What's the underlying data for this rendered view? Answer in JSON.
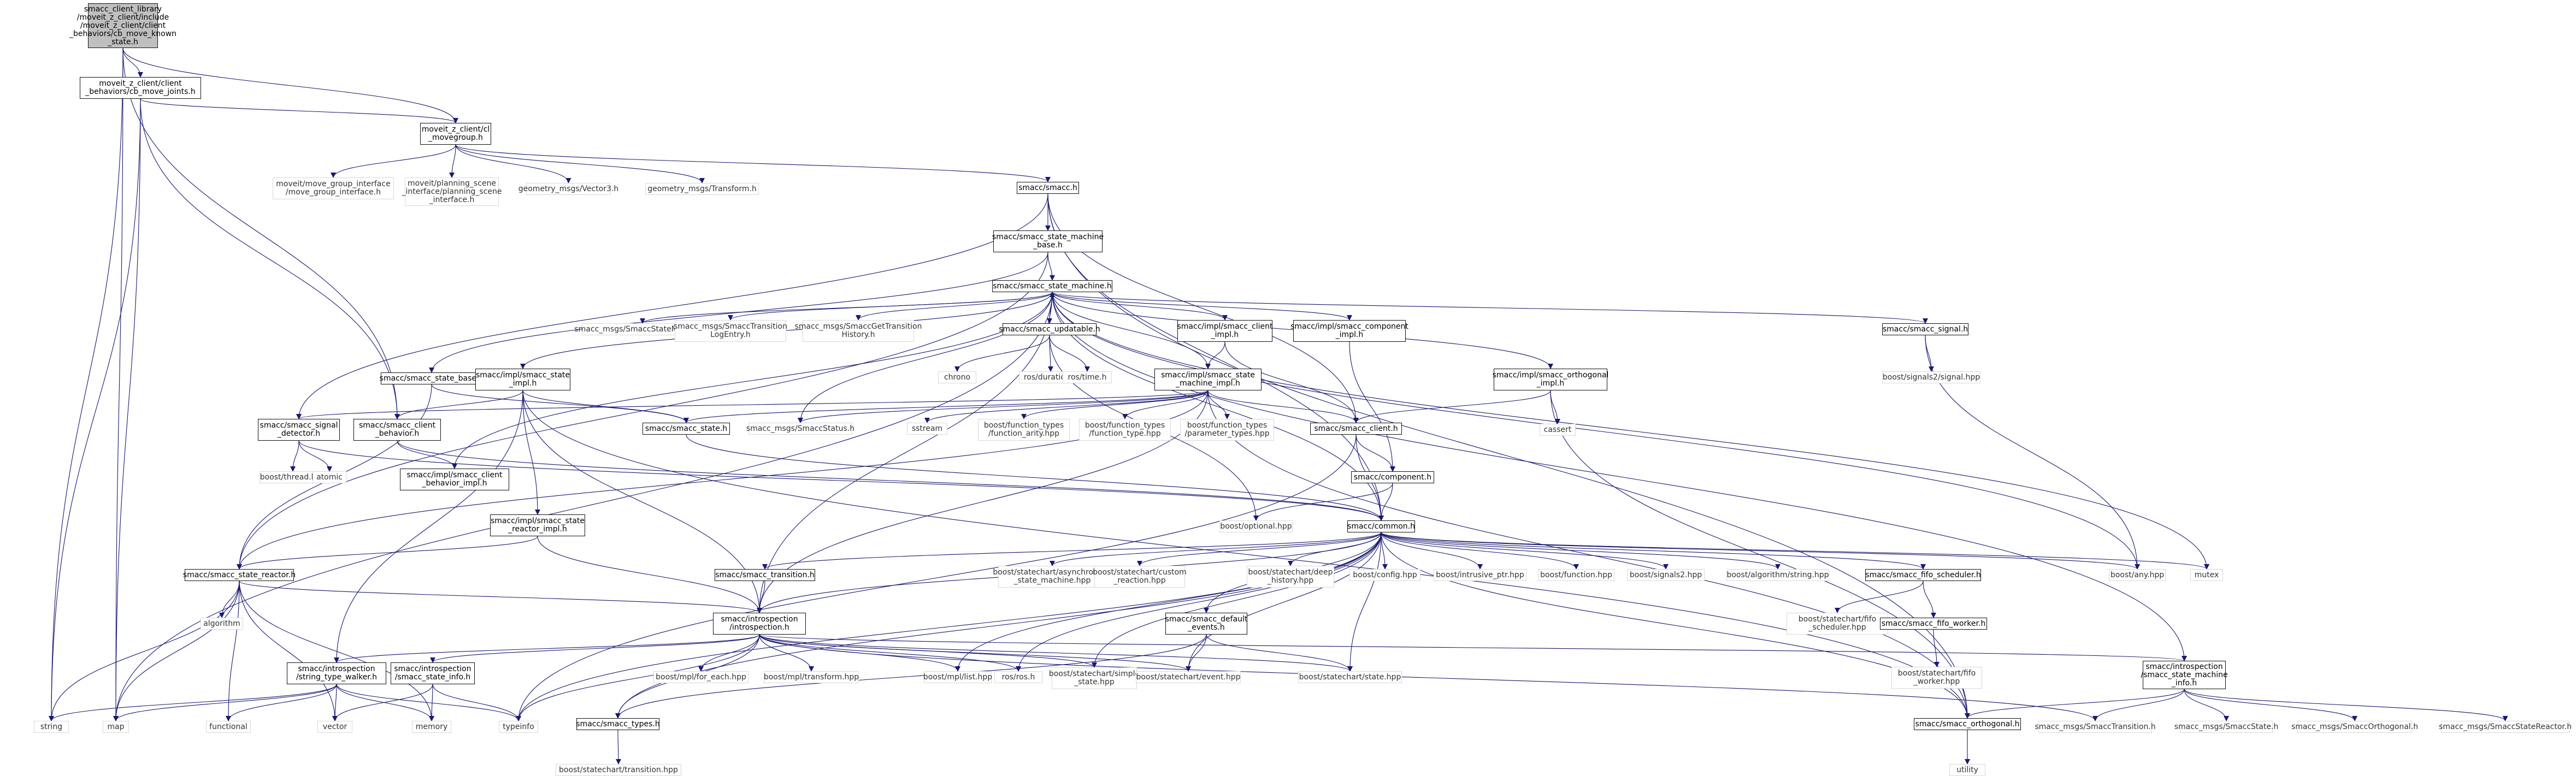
{
  "colors": {
    "background": "#ffffff",
    "root_fill": "#bfbfbf",
    "node_border": "#111111",
    "external_border": "#d8d8d8",
    "edge": "#191970",
    "text": "#000000"
  },
  "nodes": [
    {
      "id": "root",
      "label": "smacc_client_library\n/moveit_z_client/include\n/moveit_z_client/client\n_behaviors/cb_move_known\n_state.h",
      "kind": "root"
    },
    {
      "id": "cb_move_joints",
      "label": "moveit_z_client/client\n_behaviors/cb_move_joints.h",
      "kind": "boxed"
    },
    {
      "id": "movegroup",
      "label": "moveit_z_client/cl\n_movegroup.h",
      "kind": "boxed"
    },
    {
      "id": "mgi",
      "label": "moveit/move_group_interface\n/move_group_interface.h",
      "kind": "ghost"
    },
    {
      "id": "psi",
      "label": "moveit/planning_scene\n_interface/planning_scene\n_interface.h",
      "kind": "ghost"
    },
    {
      "id": "vector3",
      "label": "geometry_msgs/Vector3.h",
      "kind": "ghost"
    },
    {
      "id": "transform",
      "label": "geometry_msgs/Transform.h",
      "kind": "ghost"
    },
    {
      "id": "smacc_h",
      "label": "smacc/smacc.h",
      "kind": "boxed"
    },
    {
      "id": "sm_base",
      "label": "smacc/smacc_state_machine\n_base.h",
      "kind": "boxed"
    },
    {
      "id": "sm",
      "label": "smacc/smacc_state_machine.h",
      "kind": "boxed"
    },
    {
      "id": "msg_sm",
      "label": "smacc_msgs/SmaccStateMachine.h",
      "kind": "ghost"
    },
    {
      "id": "msg_tle",
      "label": "smacc_msgs/SmaccTransition\nLogEntry.h",
      "kind": "ghost"
    },
    {
      "id": "msg_gth",
      "label": "smacc_msgs/SmaccGetTransition\nHistory.h",
      "kind": "ghost"
    },
    {
      "id": "updatable",
      "label": "smacc/smacc_updatable.h",
      "kind": "boxed"
    },
    {
      "id": "client_impl",
      "label": "smacc/impl/smacc_client\n_impl.h",
      "kind": "boxed"
    },
    {
      "id": "component_impl",
      "label": "smacc/impl/smacc_component\n_impl.h",
      "kind": "boxed"
    },
    {
      "id": "signal",
      "label": "smacc/smacc_signal.h",
      "kind": "boxed"
    },
    {
      "id": "signals2",
      "label": "boost/signals2/signal.hpp",
      "kind": "ghost"
    },
    {
      "id": "state_base",
      "label": "smacc/smacc_state_base.h",
      "kind": "boxed"
    },
    {
      "id": "state_impl",
      "label": "smacc/impl/smacc_state\n_impl.h",
      "kind": "boxed"
    },
    {
      "id": "chrono",
      "label": "chrono",
      "kind": "ghost"
    },
    {
      "id": "rosduration",
      "label": "ros/duration.h",
      "kind": "ghost"
    },
    {
      "id": "rostime",
      "label": "ros/time.h",
      "kind": "ghost"
    },
    {
      "id": "sm_impl",
      "label": "smacc/impl/smacc_state\n_machine_impl.h",
      "kind": "boxed"
    },
    {
      "id": "orth_impl",
      "label": "smacc/impl/smacc_orthogonal\n_impl.h",
      "kind": "boxed"
    },
    {
      "id": "cassert",
      "label": "cassert",
      "kind": "ghost"
    },
    {
      "id": "sig_detector",
      "label": "smacc/smacc_signal\n_detector.h",
      "kind": "boxed"
    },
    {
      "id": "client_behavior",
      "label": "smacc/smacc_client\n_behavior.h",
      "kind": "boxed"
    },
    {
      "id": "state_h",
      "label": "smacc/smacc_state.h",
      "kind": "boxed"
    },
    {
      "id": "msg_status",
      "label": "smacc_msgs/SmaccStatus.h",
      "kind": "ghost"
    },
    {
      "id": "sstream",
      "label": "sstream",
      "kind": "ghost"
    },
    {
      "id": "fn_arity",
      "label": "boost/function_types\n/function_arity.hpp",
      "kind": "ghost"
    },
    {
      "id": "fn_type",
      "label": "boost/function_types\n/function_type.hpp",
      "kind": "ghost"
    },
    {
      "id": "fn_params",
      "label": "boost/function_types\n/parameter_types.hpp",
      "kind": "ghost"
    },
    {
      "id": "client_h",
      "label": "smacc/smacc_client.h",
      "kind": "boxed"
    },
    {
      "id": "thread",
      "label": "boost/thread.hpp",
      "kind": "ghost"
    },
    {
      "id": "atomic",
      "label": "atomic",
      "kind": "ghost"
    },
    {
      "id": "cb_impl",
      "label": "smacc/impl/smacc_client\n_behavior_impl.h",
      "kind": "boxed"
    },
    {
      "id": "component",
      "label": "smacc/component.h",
      "kind": "boxed"
    },
    {
      "id": "optional",
      "label": "boost/optional.hpp",
      "kind": "ghost"
    },
    {
      "id": "common",
      "label": "smacc/common.h",
      "kind": "boxed"
    },
    {
      "id": "reactor_impl",
      "label": "smacc/impl/smacc_state\n_reactor_impl.h",
      "kind": "boxed"
    },
    {
      "id": "reactor",
      "label": "smacc/smacc_state_reactor.h",
      "kind": "boxed"
    },
    {
      "id": "transition",
      "label": "smacc/smacc_transition.h",
      "kind": "boxed"
    },
    {
      "id": "async_sm",
      "label": "boost/statechart/asynchronous\n_state_machine.hpp",
      "kind": "ghost"
    },
    {
      "id": "custom_reaction",
      "label": "boost/statechart/custom\n_reaction.hpp",
      "kind": "ghost"
    },
    {
      "id": "deep_history",
      "label": "boost/statechart/deep\n_history.hpp",
      "kind": "ghost"
    },
    {
      "id": "config",
      "label": "boost/config.hpp",
      "kind": "ghost"
    },
    {
      "id": "intrusive",
      "label": "boost/intrusive_ptr.hpp",
      "kind": "ghost"
    },
    {
      "id": "function",
      "label": "boost/function.hpp",
      "kind": "ghost"
    },
    {
      "id": "signals2hpp",
      "label": "boost/signals2.hpp",
      "kind": "ghost"
    },
    {
      "id": "algostring",
      "label": "boost/algorithm/string.hpp",
      "kind": "ghost"
    },
    {
      "id": "fifo_sched",
      "label": "smacc/smacc_fifo_scheduler.h",
      "kind": "boxed"
    },
    {
      "id": "any",
      "label": "boost/any.hpp",
      "kind": "ghost"
    },
    {
      "id": "mutex",
      "label": "mutex",
      "kind": "ghost"
    },
    {
      "id": "algorithm",
      "label": "algorithm",
      "kind": "ghost"
    },
    {
      "id": "introspection",
      "label": "smacc/introspection\n/introspection.h",
      "kind": "boxed"
    },
    {
      "id": "default_events",
      "label": "smacc/smacc_default\n_events.h",
      "kind": "boxed"
    },
    {
      "id": "sc_fifo_sched",
      "label": "boost/statechart/fifo\n_scheduler.hpp",
      "kind": "ghost"
    },
    {
      "id": "fifo_worker",
      "label": "smacc/smacc_fifo_worker.h",
      "kind": "boxed"
    },
    {
      "id": "sc_fifo_worker",
      "label": "boost/statechart/fifo\n_worker.hpp",
      "kind": "ghost"
    },
    {
      "id": "type_walker",
      "label": "smacc/introspection\n/string_type_walker.h",
      "kind": "boxed"
    },
    {
      "id": "state_info",
      "label": "smacc/introspection\n/smacc_state_info.h",
      "kind": "boxed"
    },
    {
      "id": "mpl_foreach",
      "label": "boost/mpl/for_each.hpp",
      "kind": "ghost"
    },
    {
      "id": "mpl_transform",
      "label": "boost/mpl/transform.hpp",
      "kind": "ghost"
    },
    {
      "id": "mpl_list",
      "label": "boost/mpl/list.hpp",
      "kind": "ghost"
    },
    {
      "id": "rosros",
      "label": "ros/ros.h",
      "kind": "ghost"
    },
    {
      "id": "simple_state",
      "label": "boost/statechart/simple\n_state.hpp",
      "kind": "ghost"
    },
    {
      "id": "event",
      "label": "boost/statechart/event.hpp",
      "kind": "ghost"
    },
    {
      "id": "state_hpp",
      "label": "boost/statechart/state.hpp",
      "kind": "ghost"
    },
    {
      "id": "sm_info",
      "label": "smacc/introspection\n/smacc_state_machine\n_info.h",
      "kind": "boxed"
    },
    {
      "id": "string",
      "label": "string",
      "kind": "ghost"
    },
    {
      "id": "map",
      "label": "map",
      "kind": "ghost"
    },
    {
      "id": "functional",
      "label": "functional",
      "kind": "ghost"
    },
    {
      "id": "vector",
      "label": "vector",
      "kind": "ghost"
    },
    {
      "id": "memory",
      "label": "memory",
      "kind": "ghost"
    },
    {
      "id": "typeinfo",
      "label": "typeinfo",
      "kind": "ghost"
    },
    {
      "id": "smacc_types",
      "label": "smacc/smacc_types.h",
      "kind": "boxed"
    },
    {
      "id": "orthogonal",
      "label": "smacc/smacc_orthogonal.h",
      "kind": "boxed"
    },
    {
      "id": "msg_transition",
      "label": "smacc_msgs/SmaccTransition.h",
      "kind": "ghost"
    },
    {
      "id": "msg_state",
      "label": "smacc_msgs/SmaccState.h",
      "kind": "ghost"
    },
    {
      "id": "msg_orth",
      "label": "smacc_msgs/SmaccOrthogonal.h",
      "kind": "ghost"
    },
    {
      "id": "msg_reactor",
      "label": "smacc_msgs/SmaccStateReactor.h",
      "kind": "ghost"
    },
    {
      "id": "sc_transition",
      "label": "boost/statechart/transition.hpp",
      "kind": "ghost"
    },
    {
      "id": "utility",
      "label": "utility",
      "kind": "ghost"
    }
  ],
  "edges": [
    [
      "root",
      "cb_move_joints"
    ],
    [
      "root",
      "movegroup"
    ],
    [
      "root",
      "string"
    ],
    [
      "root",
      "map"
    ],
    [
      "root",
      "client_behavior"
    ],
    [
      "cb_move_joints",
      "movegroup"
    ],
    [
      "cb_move_joints",
      "client_behavior"
    ],
    [
      "cb_move_joints",
      "string"
    ],
    [
      "cb_move_joints",
      "map"
    ],
    [
      "movegroup",
      "mgi"
    ],
    [
      "movegroup",
      "psi"
    ],
    [
      "movegroup",
      "vector3"
    ],
    [
      "movegroup",
      "transform"
    ],
    [
      "movegroup",
      "smacc_h"
    ],
    [
      "smacc_h",
      "sm_base"
    ],
    [
      "smacc_h",
      "sig_detector"
    ],
    [
      "smacc_h",
      "common"
    ],
    [
      "smacc_h",
      "orthogonal"
    ],
    [
      "smacc_h",
      "client_h"
    ],
    [
      "sm_base",
      "sm"
    ],
    [
      "sm_base",
      "reactor"
    ],
    [
      "sm_base",
      "state_base"
    ],
    [
      "sm",
      "msg_sm"
    ],
    [
      "sm",
      "msg_tle"
    ],
    [
      "sm",
      "msg_gth"
    ],
    [
      "sm",
      "updatable"
    ],
    [
      "sm",
      "client_impl"
    ],
    [
      "sm",
      "component_impl"
    ],
    [
      "sm",
      "signal"
    ],
    [
      "sm",
      "orth_impl"
    ],
    [
      "sm",
      "state_impl"
    ],
    [
      "sm",
      "sm_impl"
    ],
    [
      "sm",
      "common"
    ],
    [
      "sm",
      "mutex"
    ],
    [
      "sm",
      "any"
    ],
    [
      "sm",
      "sm_info"
    ],
    [
      "sm",
      "msg_status"
    ],
    [
      "sm",
      "introspection"
    ],
    [
      "sm",
      "map"
    ],
    [
      "updatable",
      "chrono"
    ],
    [
      "updatable",
      "rosduration"
    ],
    [
      "updatable",
      "rostime"
    ],
    [
      "updatable",
      "optional"
    ],
    [
      "client_impl",
      "sm_impl"
    ],
    [
      "client_impl",
      "client_h"
    ],
    [
      "component_impl",
      "component"
    ],
    [
      "signal",
      "signals2"
    ],
    [
      "signal",
      "any"
    ],
    [
      "state_base",
      "state_h"
    ],
    [
      "state_base",
      "reactor"
    ],
    [
      "state_impl",
      "state_h"
    ],
    [
      "state_impl",
      "client_behavior"
    ],
    [
      "state_impl",
      "type_walker"
    ],
    [
      "state_impl",
      "reactor_impl"
    ],
    [
      "state_impl",
      "orthogonal"
    ],
    [
      "state_impl",
      "introspection"
    ],
    [
      "sm_impl",
      "sstream"
    ],
    [
      "sm_impl",
      "fn_arity"
    ],
    [
      "sm_impl",
      "fn_type"
    ],
    [
      "sm_impl",
      "fn_params"
    ],
    [
      "sm_impl",
      "client_h"
    ],
    [
      "sm_impl",
      "msg_status"
    ],
    [
      "sm_impl",
      "state_h"
    ],
    [
      "sm_impl",
      "sig_detector"
    ],
    [
      "sm_impl",
      "reactor"
    ],
    [
      "sm_impl",
      "introspection"
    ],
    [
      "sm_impl",
      "orthogonal"
    ],
    [
      "orth_impl",
      "cassert"
    ],
    [
      "orth_impl",
      "client_h"
    ],
    [
      "orth_impl",
      "orthogonal"
    ],
    [
      "sig_detector",
      "thread"
    ],
    [
      "sig_detector",
      "atomic"
    ],
    [
      "sig_detector",
      "common"
    ],
    [
      "client_behavior",
      "cb_impl"
    ],
    [
      "client_behavior",
      "common"
    ],
    [
      "cb_impl",
      "sm"
    ],
    [
      "state_h",
      "common"
    ],
    [
      "client_h",
      "component"
    ],
    [
      "client_h",
      "common"
    ],
    [
      "client_h",
      "typeinfo"
    ],
    [
      "component",
      "common"
    ],
    [
      "component",
      "optional"
    ],
    [
      "reactor_impl",
      "reactor"
    ],
    [
      "reactor_impl",
      "introspection"
    ],
    [
      "common",
      "async_sm"
    ],
    [
      "common",
      "custom_reaction"
    ],
    [
      "common",
      "deep_history"
    ],
    [
      "common",
      "config"
    ],
    [
      "common",
      "intrusive"
    ],
    [
      "common",
      "function"
    ],
    [
      "common",
      "signals2hpp"
    ],
    [
      "common",
      "algostring"
    ],
    [
      "common",
      "fifo_sched"
    ],
    [
      "common",
      "any"
    ],
    [
      "common",
      "mutex"
    ],
    [
      "common",
      "transition"
    ],
    [
      "common",
      "introspection"
    ],
    [
      "common",
      "default_events"
    ],
    [
      "common",
      "smacc_types"
    ],
    [
      "common",
      "event"
    ],
    [
      "common",
      "simple_state"
    ],
    [
      "common",
      "rosros"
    ],
    [
      "common",
      "mpl_list"
    ],
    [
      "common",
      "state_hpp"
    ],
    [
      "common",
      "orthogonal"
    ],
    [
      "common",
      "typeinfo"
    ],
    [
      "reactor",
      "algorithm"
    ],
    [
      "reactor",
      "introspection"
    ],
    [
      "reactor",
      "functional"
    ],
    [
      "reactor",
      "vector"
    ],
    [
      "reactor",
      "memory"
    ],
    [
      "reactor",
      "map"
    ],
    [
      "reactor",
      "string"
    ],
    [
      "transition",
      "introspection"
    ],
    [
      "fifo_sched",
      "sc_fifo_sched"
    ],
    [
      "fifo_sched",
      "fifo_worker"
    ],
    [
      "fifo_worker",
      "sc_fifo_worker"
    ],
    [
      "introspection",
      "type_walker"
    ],
    [
      "introspection",
      "state_info"
    ],
    [
      "introspection",
      "mpl_foreach"
    ],
    [
      "introspection",
      "mpl_transform"
    ],
    [
      "introspection",
      "mpl_list"
    ],
    [
      "introspection",
      "rosros"
    ],
    [
      "introspection",
      "simple_state"
    ],
    [
      "introspection",
      "event"
    ],
    [
      "introspection",
      "state_hpp"
    ],
    [
      "introspection",
      "smacc_types"
    ],
    [
      "introspection",
      "sm_info"
    ],
    [
      "introspection",
      "msg_transition"
    ],
    [
      "introspection",
      "typeinfo"
    ],
    [
      "default_events",
      "event"
    ],
    [
      "default_events",
      "state_hpp"
    ],
    [
      "default_events",
      "smacc_types"
    ],
    [
      "type_walker",
      "string"
    ],
    [
      "type_walker",
      "map"
    ],
    [
      "type_walker",
      "functional"
    ],
    [
      "type_walker",
      "vector"
    ],
    [
      "type_walker",
      "typeinfo"
    ],
    [
      "type_walker",
      "memory"
    ],
    [
      "state_info",
      "vector"
    ],
    [
      "state_info",
      "memory"
    ],
    [
      "state_info",
      "typeinfo"
    ],
    [
      "sm_info",
      "orthogonal"
    ],
    [
      "sm_info",
      "msg_transition"
    ],
    [
      "sm_info",
      "msg_state"
    ],
    [
      "sm_info",
      "msg_orth"
    ],
    [
      "sm_info",
      "msg_reactor"
    ],
    [
      "smacc_types",
      "sc_transition"
    ],
    [
      "orthogonal",
      "utility"
    ]
  ]
}
